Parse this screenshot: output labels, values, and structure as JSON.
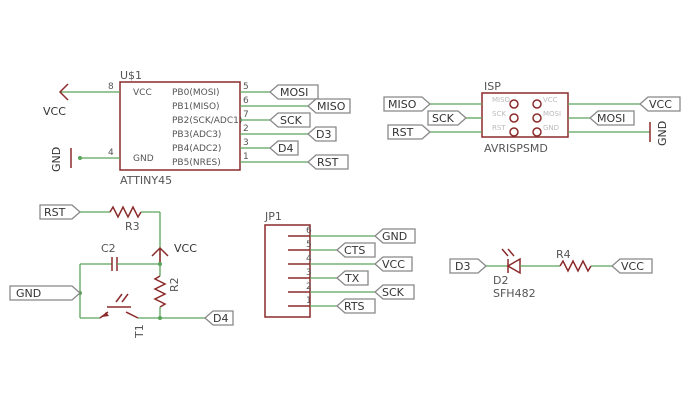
{
  "u1": {
    "ref": "U$1",
    "part": "ATTINY45",
    "pins_left": [
      {
        "name": "VCC",
        "num": "8"
      },
      {
        "name": "GND",
        "num": "4"
      }
    ],
    "pins_right": [
      {
        "name": "PB0(MOSI)",
        "num": "5",
        "net": "MOSI"
      },
      {
        "name": "PB1(MISO)",
        "num": "6",
        "net": "MISO"
      },
      {
        "name": "PB2(SCK/ADC1)",
        "num": "7",
        "net": "SCK"
      },
      {
        "name": "PB3(ADC3)",
        "num": "2",
        "net": "D3"
      },
      {
        "name": "PB4(ADC2)",
        "num": "3",
        "net": "D4"
      },
      {
        "name": "PB5(NRES)",
        "num": "1",
        "net": "RST"
      }
    ]
  },
  "power": {
    "vcc": "VCC",
    "gnd": "GND"
  },
  "isp": {
    "ref": "ISP",
    "part": "AVRISPSMD",
    "pins_left": [
      "MISO",
      "SCK",
      "RST"
    ],
    "pins_right": [
      "VCC",
      "MOSI",
      "GND"
    ],
    "nets_left": [
      "MISO",
      "SCK",
      "RST"
    ],
    "nets_right": [
      "VCC",
      "MOSI",
      "GND"
    ]
  },
  "sensor": {
    "rst_net": "RST",
    "r3": "R3",
    "c2": "C2",
    "r2": "R2",
    "t1": "T1",
    "gnd_net": "GND",
    "vcc": "VCC",
    "d4_net": "D4"
  },
  "jp1": {
    "ref": "JP1",
    "pins": [
      {
        "num": "6",
        "net": "GND"
      },
      {
        "num": "5",
        "net": "CTS"
      },
      {
        "num": "4",
        "net": "VCC"
      },
      {
        "num": "3",
        "net": "TX"
      },
      {
        "num": "2",
        "net": "SCK"
      },
      {
        "num": "1",
        "net": "RTS"
      }
    ]
  },
  "led": {
    "d3_net": "D3",
    "d2": "D2",
    "d2_part": "SFH482",
    "r4": "R4",
    "vcc_net": "VCC"
  }
}
